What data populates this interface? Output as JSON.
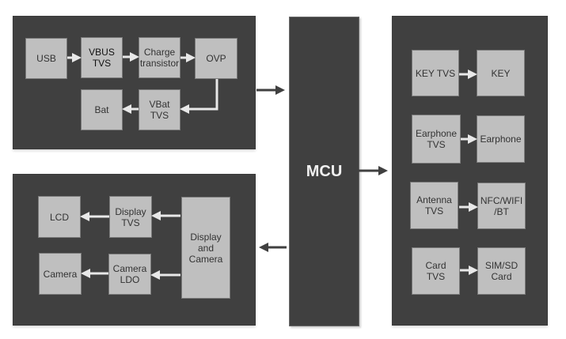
{
  "diagram": {
    "mcu": {
      "label": "MCU"
    },
    "power_panel": {
      "usb": "USB",
      "vbus_tvs": "VBUS\nTVS",
      "charge_transistor": "Charge\ntransistor",
      "ovp": "OVP",
      "vbat_tvs": "VBat\nTVS",
      "bat": "Bat"
    },
    "display_panel": {
      "lcd": "LCD",
      "display_tvs": "Display\nTVS",
      "camera": "Camera",
      "camera_ldo": "Camera\nLDO",
      "display_and_camera": "Display\nand\nCamera"
    },
    "io_panel": {
      "key_tvs": "KEY TVS",
      "key": "KEY",
      "earphone_tvs": "Earphone\nTVS",
      "earphone": "Earphone",
      "antenna_tvs": "Antenna\nTVS",
      "nfc_wifi_bt": "NFC/WIFI\n/BT",
      "card_tvs": "Card\nTVS",
      "sim_sd_card": "SIM/SD\nCard"
    },
    "colors": {
      "panel": "#404040",
      "box": "#bfbfbf",
      "inner_arrow": "#e8e8e8",
      "outer_arrow": "#404040"
    }
  }
}
